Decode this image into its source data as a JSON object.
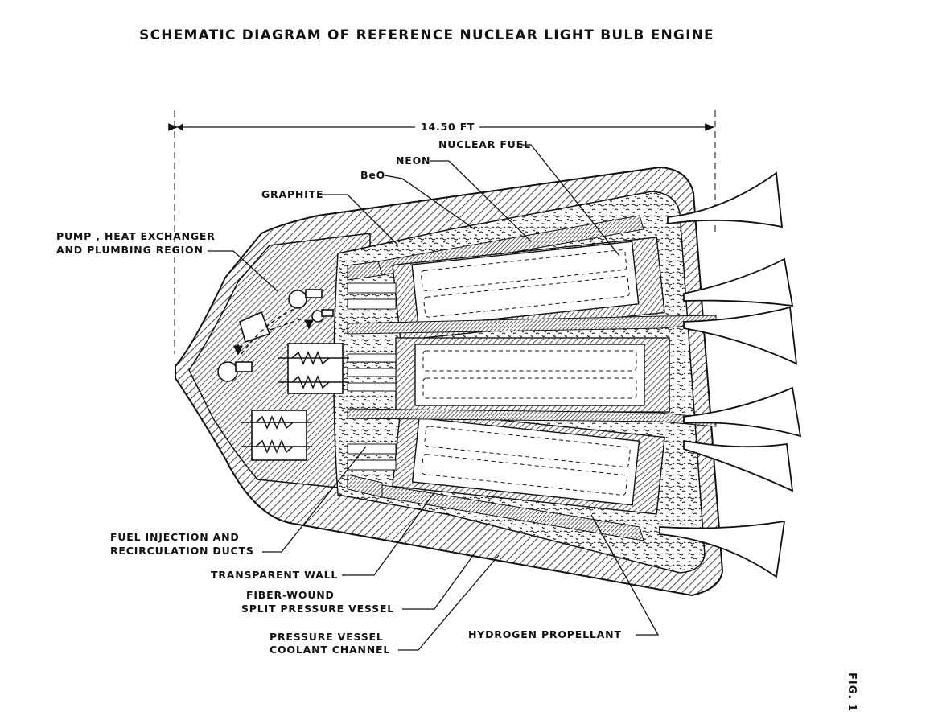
{
  "title": "SCHEMATIC DIAGRAM OF REFERENCE NUCLEAR LIGHT BULB ENGINE",
  "dimension": "14.50 FT",
  "labels": {
    "nuclear_fuel": "NUCLEAR FUEL",
    "neon": "NEON",
    "beo": "BeO",
    "graphite": "GRAPHITE",
    "pump_line1": "PUMP , HEAT EXCHANGER",
    "pump_line2": "AND PLUMBING REGION",
    "fuel_line1": "FUEL INJECTION AND",
    "fuel_line2": "RECIRCULATION DUCTS",
    "transparent_wall": "TRANSPARENT WALL",
    "fiber_line1": "FIBER-WOUND",
    "fiber_line2": "SPLIT PRESSURE VESSEL",
    "pv_line1": "PRESSURE VESSEL",
    "pv_line2": "COOLANT CHANNEL",
    "hydrogen": "HYDROGEN PROPELLANT"
  },
  "figure_label": "FIG. 1"
}
